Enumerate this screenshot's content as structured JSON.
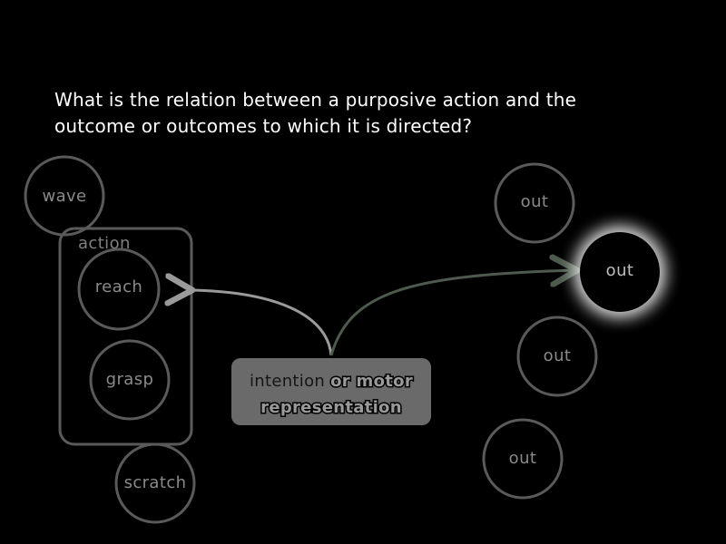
{
  "question": {
    "line1": "What is the relation between a purposive action and the",
    "line2": "outcome or outcomes to which it is directed?"
  },
  "action_group": {
    "label": "action",
    "items": [
      "reach",
      "grasp"
    ]
  },
  "other_actions": [
    "wave",
    "scratch"
  ],
  "intention_box": {
    "line1_plain": "intention ",
    "line1_outlined": "or motor",
    "line2_outlined": "representation"
  },
  "outcomes": [
    "out",
    "out",
    "out",
    "out"
  ],
  "colors": {
    "background": "#000000",
    "question_text": "#ffffff",
    "node_stroke": "#5a5a5a",
    "node_label": "#8a8a8a",
    "box_fill": "#6a6a6a",
    "arrow_left": "#9a9a9a",
    "arrow_right": "#4d5a4d",
    "highlight_glow": "#ffffff"
  }
}
